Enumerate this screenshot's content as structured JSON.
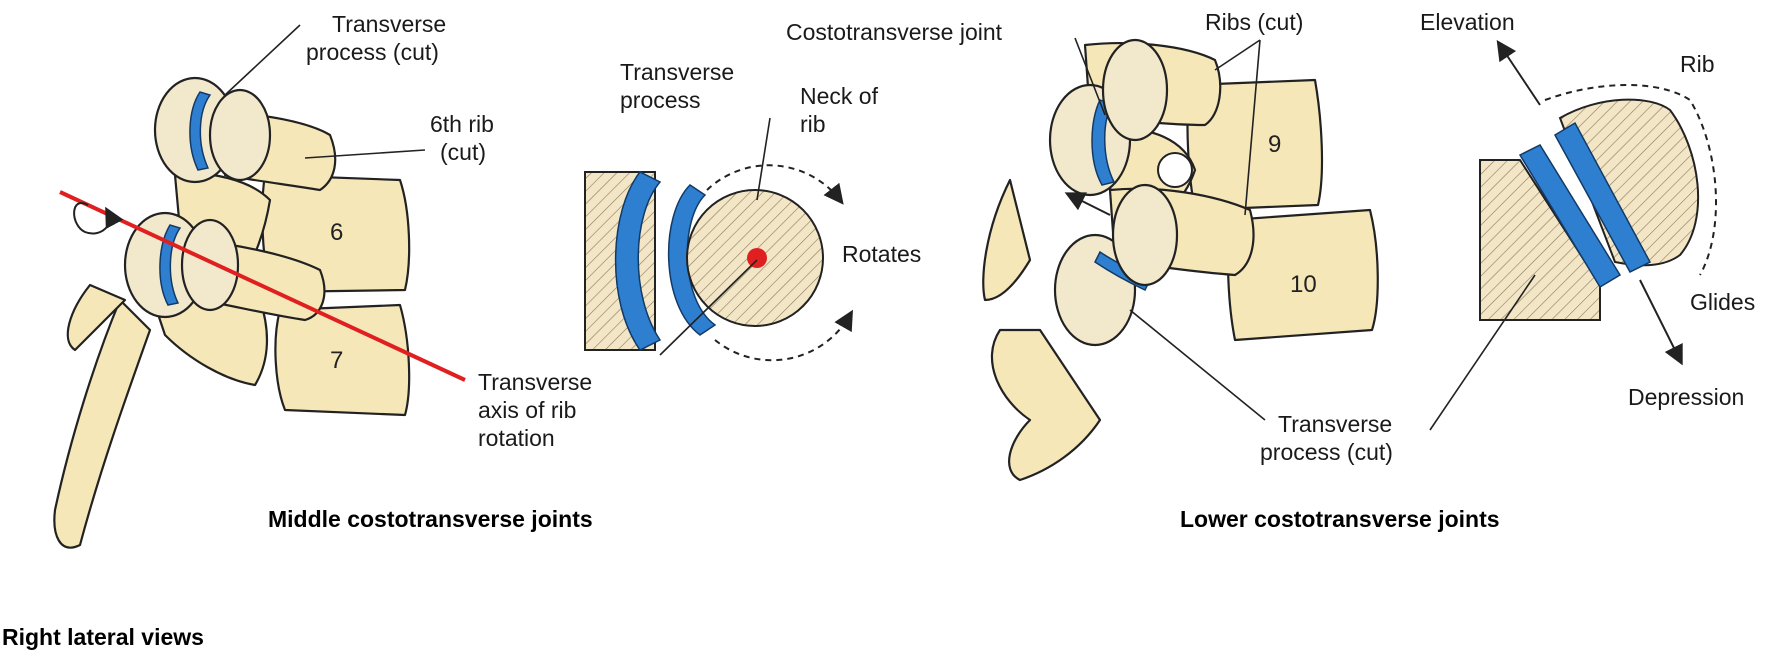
{
  "footer": {
    "view_label": "Right lateral views"
  },
  "middle": {
    "title": "Middle costotransverse joints",
    "labels": {
      "transverse_process_cut_1": "Transverse",
      "transverse_process_cut_2": "process (cut)",
      "rib6_1": "6th rib",
      "rib6_2": "(cut)",
      "vertebra_6": "6",
      "vertebra_7": "7"
    },
    "inset": {
      "transverse_process_1": "Transverse",
      "transverse_process_2": "process",
      "neck_1": "Neck of",
      "neck_2": "rib",
      "rotates": "Rotates",
      "axis_1": "Transverse",
      "axis_2": "axis of rib",
      "axis_3": "rotation"
    }
  },
  "lower": {
    "title": "Lower costotransverse joints",
    "labels": {
      "costotransverse_joint": "Costotransverse joint",
      "ribs_cut": "Ribs (cut)",
      "vertebra_9": "9",
      "vertebra_10": "10",
      "transverse_process_cut_1": "Transverse",
      "transverse_process_cut_2": "process (cut)"
    },
    "inset": {
      "elevation": "Elevation",
      "rib": "Rib",
      "glides": "Glides",
      "depression": "Depression"
    }
  },
  "colors": {
    "cartilage": "#2f7fd1",
    "bone": "#f6e7b9",
    "axis": "#e02020"
  }
}
